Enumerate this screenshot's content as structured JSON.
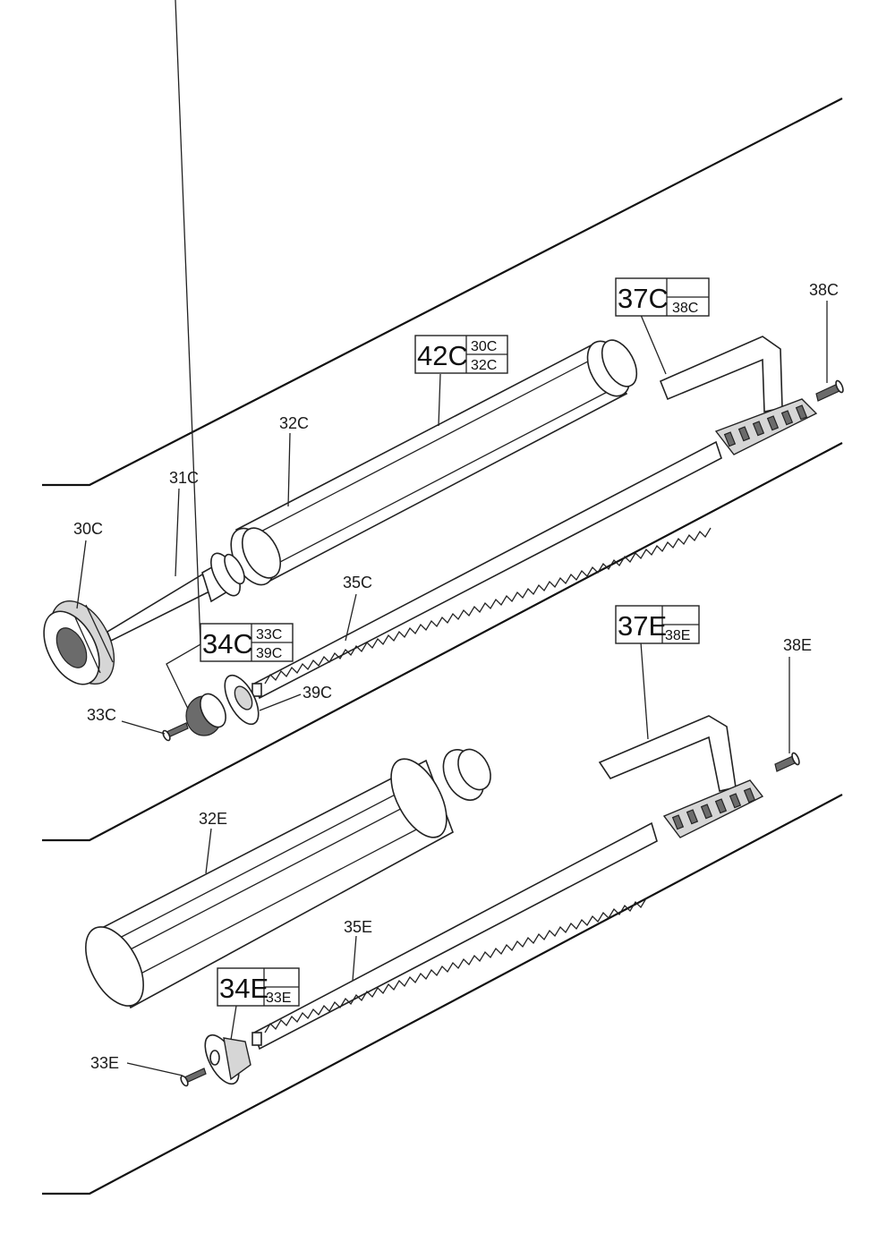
{
  "labels": {
    "l30C": "30C",
    "l31C": "31C",
    "l32C": "32C",
    "l33C": "33C",
    "l35C": "35C",
    "l38C": "38C",
    "l39C": "39C",
    "l32E": "32E",
    "l33E": "33E",
    "l35E": "35E",
    "l38E": "38E"
  },
  "boxes": {
    "b42C": {
      "main": "42C",
      "sub1": "30C",
      "sub2": "32C"
    },
    "b37C": {
      "main": "37C",
      "sub1": "38C"
    },
    "b34C": {
      "main": "34C",
      "sub1": "33C",
      "sub2": "39C"
    },
    "b37E": {
      "main": "37E",
      "sub1": "38E"
    },
    "b34E": {
      "main": "34E",
      "sub1": "33E"
    }
  }
}
